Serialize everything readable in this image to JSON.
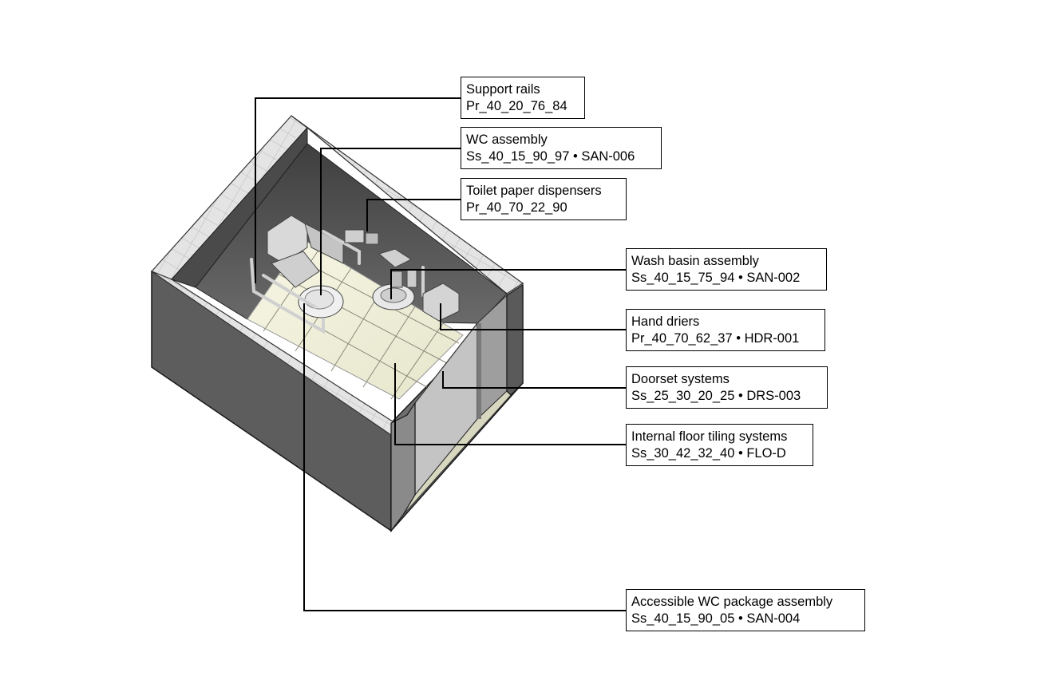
{
  "colors": {
    "leader": "#000000",
    "wall_side": "#5a5a5a",
    "wall_top": "#e2e2e2",
    "interior_wall": "#5c5c5c",
    "floor": "#efefd9",
    "fixture": "#dcdcdc",
    "door": "#c9c9c9"
  },
  "callouts": [
    {
      "id": "support-rails",
      "name": "Support rails",
      "code": "Pr_40_20_76_84"
    },
    {
      "id": "wc-assembly",
      "name": "WC assembly",
      "code": "Ss_40_15_90_97 • SAN-006"
    },
    {
      "id": "toilet-paper-dispensers",
      "name": "Toilet paper dispensers",
      "code": "Pr_40_70_22_90"
    },
    {
      "id": "wash-basin-assembly",
      "name": "Wash basin assembly",
      "code": "Ss_40_15_75_94 • SAN-002"
    },
    {
      "id": "hand-driers",
      "name": "Hand driers",
      "code": "Pr_40_70_62_37 • HDR-001"
    },
    {
      "id": "doorset-systems",
      "name": "Doorset systems",
      "code": "Ss_25_30_20_25 • DRS-003"
    },
    {
      "id": "internal-floor-tiling",
      "name": "Internal floor tiling systems",
      "code": "Ss_30_42_32_40 • FLO-D"
    },
    {
      "id": "accessible-wc-package",
      "name": "Accessible WC package assembly",
      "code": "Ss_40_15_90_05 • SAN-004"
    }
  ]
}
